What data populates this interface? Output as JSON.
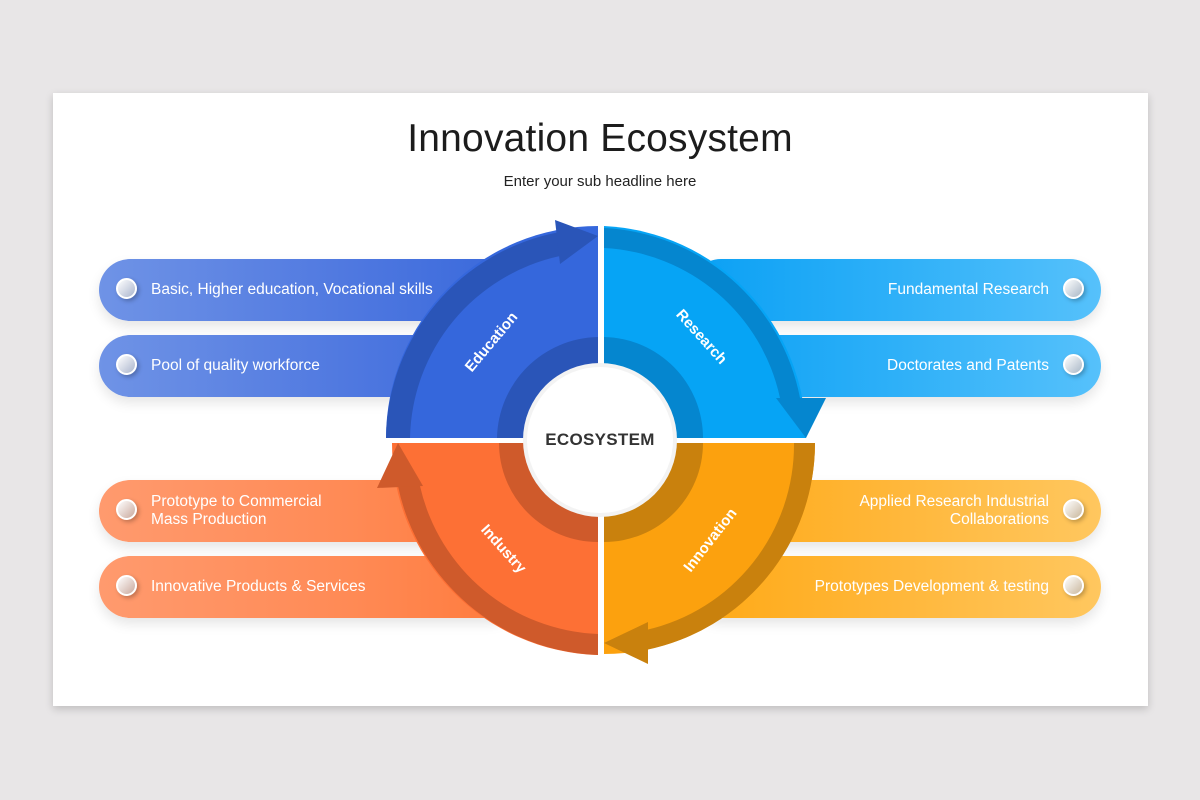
{
  "header": {
    "title": "Innovation Ecosystem",
    "subtitle": "Enter your sub headline here"
  },
  "center": {
    "label": "ECOSYSTEM"
  },
  "quadrants": [
    {
      "label": "Education",
      "position": "top-left",
      "color": "#3567dc",
      "arrow_color": "#2a55b8",
      "items": [
        "Basic, Higher education, Vocational skills",
        "Pool of quality workforce"
      ]
    },
    {
      "label": "Research",
      "position": "top-right",
      "color": "#06a4f5",
      "arrow_color": "#0586cf",
      "items": [
        "Fundamental Research",
        "Doctorates and Patents"
      ]
    },
    {
      "label": "Innovation",
      "position": "bottom-right",
      "color": "#fca10e",
      "arrow_color": "#c9810d",
      "items": [
        "Applied Research Industrial Collaborations",
        "Prototypes Development & testing"
      ]
    },
    {
      "label": "Industry",
      "position": "bottom-left",
      "color": "#fd7035",
      "arrow_color": "#cf5a2b",
      "items": [
        "Prototype to Commercial Mass Production",
        "Innovative Products & Services"
      ]
    }
  ],
  "pills": {
    "left": [
      {
        "line1": "Basic, Higher education, Vocational skills",
        "line2": ""
      },
      {
        "line1": "Pool of quality workforce",
        "line2": ""
      },
      {
        "line1": "Prototype to Commercial",
        "line2": "Mass Production"
      },
      {
        "line1": "Innovative Products & Services",
        "line2": ""
      }
    ],
    "right": [
      {
        "line1": "Fundamental Research",
        "line2": ""
      },
      {
        "line1": "Doctorates and Patents",
        "line2": ""
      },
      {
        "line1": "Applied Research Industrial",
        "line2": "Collaborations"
      },
      {
        "line1": "Prototypes Development & testing",
        "line2": ""
      }
    ]
  },
  "colors": {
    "background": "#e8e6e7",
    "slide": "#ffffff",
    "education": "#3567dc",
    "research": "#06a4f5",
    "innovation": "#fca10e",
    "industry": "#fd7035"
  }
}
